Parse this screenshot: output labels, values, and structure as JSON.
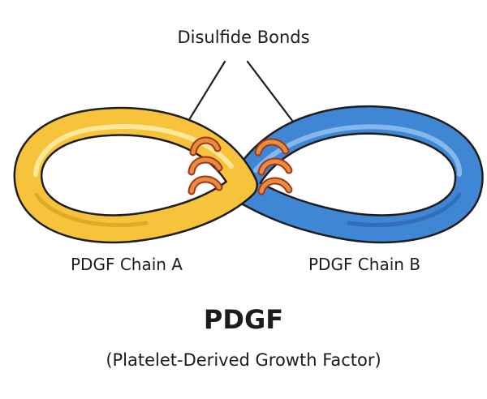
{
  "diagram": {
    "bonds_label": "Disulfide Bonds",
    "chain_a_label": "PDGF Chain A",
    "chain_b_label": "PDGF Chain B",
    "title": "PDGF",
    "subtitle": "(Platelet-Derived Growth Factor)",
    "colors": {
      "chain_a": "#f6c33b",
      "chain_b": "#3f86d4",
      "bond": "#e58e3c",
      "bond_outline": "#a3341e",
      "outline": "#1e1e1e"
    }
  }
}
